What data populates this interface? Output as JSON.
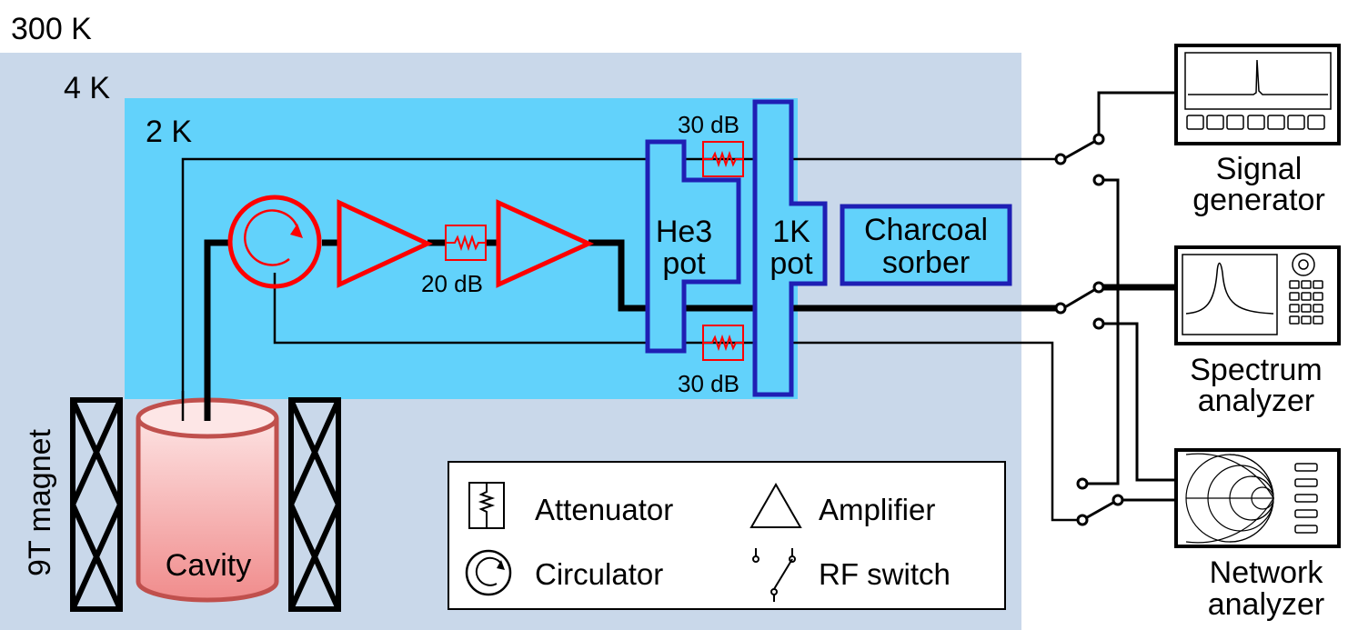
{
  "zones": {
    "room": "300 K",
    "k4": "4 K",
    "k2": "2 K"
  },
  "pots": {
    "he3": [
      "He3",
      "pot"
    ],
    "onek": [
      "1K",
      "pot"
    ],
    "charcoal": [
      "Charcoal",
      "sorber"
    ]
  },
  "attenuators": {
    "top": "30 dB",
    "mid": "20 dB",
    "bottom": "30 dB"
  },
  "cavity": "Cavity",
  "magnet": "9T magnet",
  "instruments": {
    "signal_generator": [
      "Signal",
      "generator"
    ],
    "spectrum_analyzer": [
      "Spectrum",
      "analyzer"
    ],
    "network_analyzer": [
      "Network",
      "analyzer"
    ]
  },
  "legend": {
    "attenuator": "Attenuator",
    "amplifier": "Amplifier",
    "circulator": "Circulator",
    "rf_switch": "RF switch"
  },
  "colors": {
    "room_zone": "#ffffff",
    "zone_4k": "#c9d8ea",
    "zone_2k": "#62d2fb",
    "pot_border": "#1f1fb4",
    "amplifier_red": "#ff0000",
    "cavity_fill": "#f4a3a3",
    "cavity_border": "#c0504d"
  }
}
